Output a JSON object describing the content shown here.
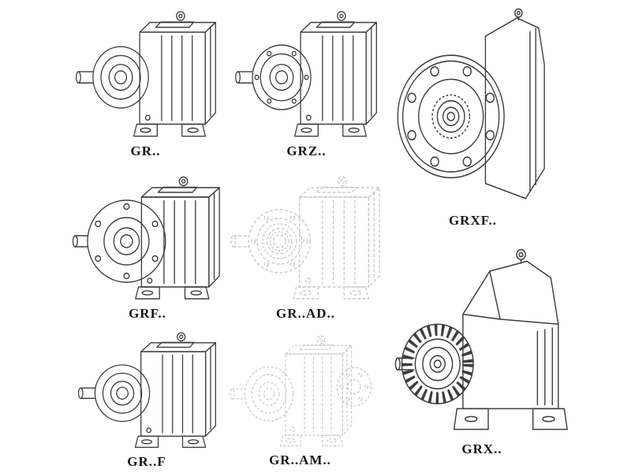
{
  "page": {
    "background": "#ffffff",
    "line_color": "#3d3d3d",
    "phantom_line_color": "#c9c9c9",
    "label_color": "#161616"
  },
  "figures": [
    {
      "id": "gr",
      "label": "GR..",
      "rendering": "solid"
    },
    {
      "id": "grz",
      "label": "GRZ..",
      "rendering": "solid"
    },
    {
      "id": "grxf",
      "label": "GRXF..",
      "rendering": "solid"
    },
    {
      "id": "grf",
      "label": "GRF..",
      "rendering": "solid"
    },
    {
      "id": "gr-ad",
      "label": "GR..AD..",
      "rendering": "phantom"
    },
    {
      "id": "gr-f",
      "label": "GR..F",
      "rendering": "solid"
    },
    {
      "id": "gr-am",
      "label": "GR..AM..",
      "rendering": "phantom"
    },
    {
      "id": "grx",
      "label": "GRX..",
      "rendering": "solid"
    }
  ]
}
